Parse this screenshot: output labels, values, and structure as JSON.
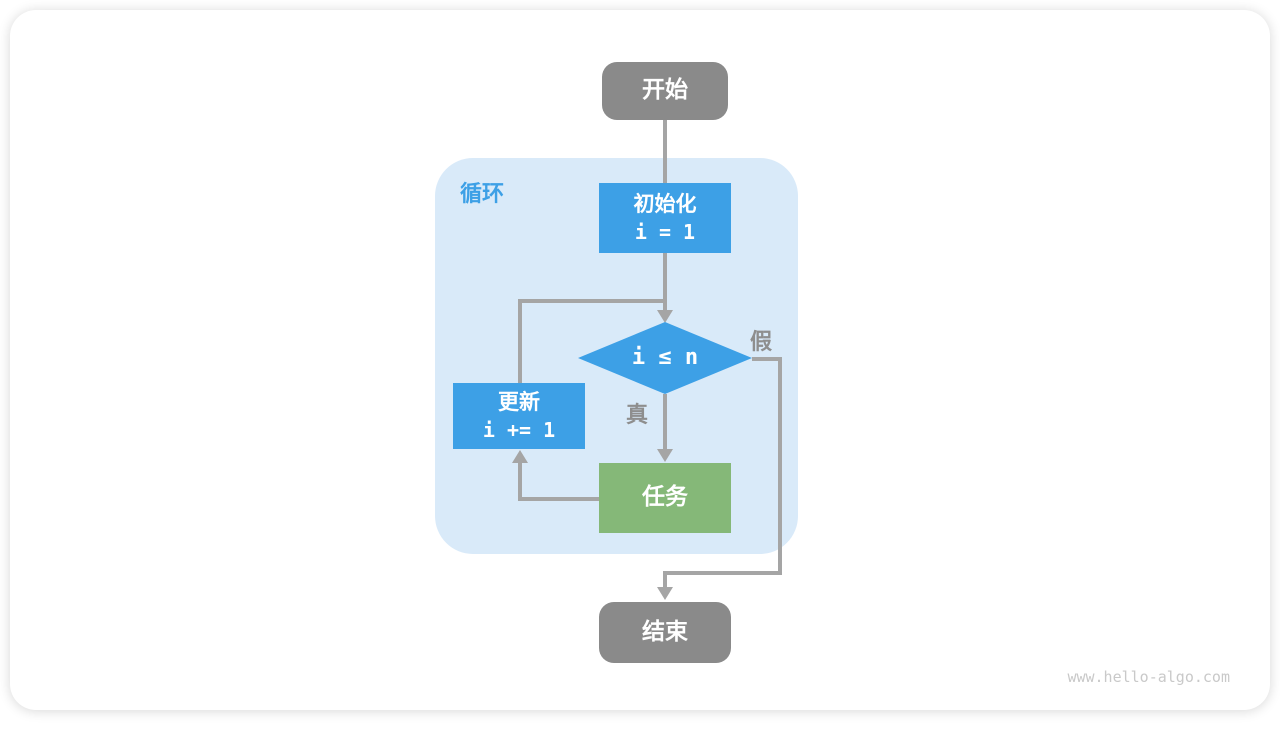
{
  "flowchart": {
    "start": {
      "label": "开始"
    },
    "loop_container": {
      "label": "循环"
    },
    "init": {
      "title": "初始化",
      "code": "i = 1"
    },
    "condition": {
      "code": "i ≤ n"
    },
    "update": {
      "title": "更新",
      "code": "i += 1"
    },
    "task": {
      "label": "任务"
    },
    "end": {
      "label": "结束"
    },
    "edges": {
      "true_label": "真",
      "false_label": "假"
    },
    "colors": {
      "blue": "#3DA0E6",
      "green": "#85B878",
      "gray": "#8A8A8A",
      "loop_bg": "#D9EAF9",
      "line": "#A5A5A5",
      "label_gray": "#8E8E8E"
    }
  },
  "page": {
    "watermark": "www.hello-algo.com"
  }
}
